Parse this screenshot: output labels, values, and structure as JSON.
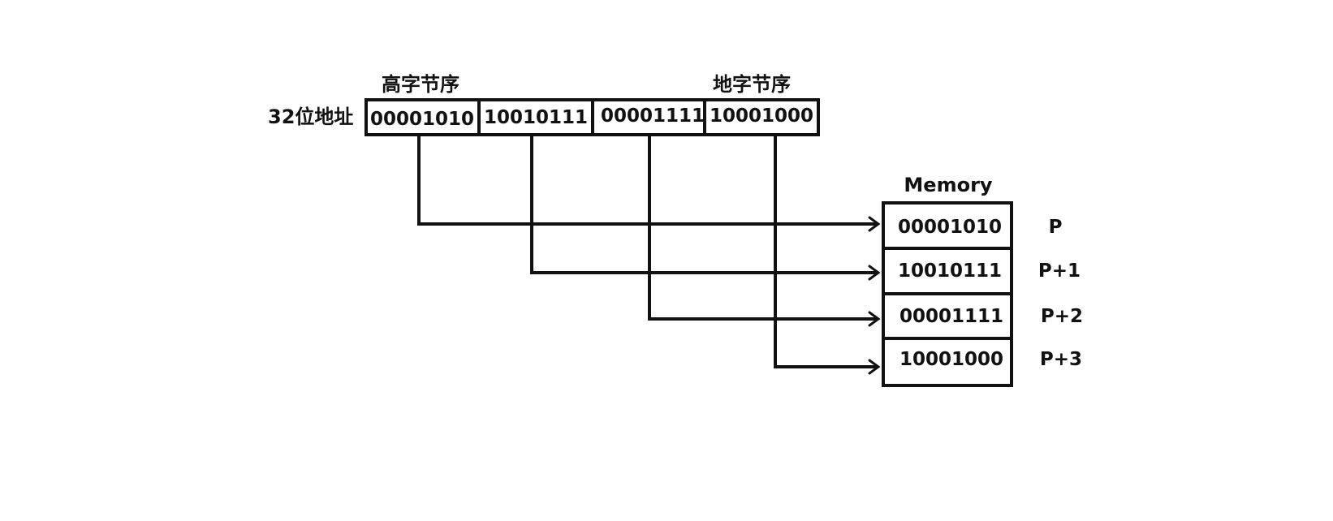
{
  "address": {
    "label": "32位地址",
    "high_byte_label": "高字节序",
    "low_byte_label": "地字节序",
    "bytes": [
      "00001010",
      "10010111",
      "00001111",
      "10001000"
    ]
  },
  "memory": {
    "title": "Memory",
    "cells": [
      {
        "value": "00001010",
        "address": "P"
      },
      {
        "value": "10010111",
        "address": "P+1"
      },
      {
        "value": "00001111",
        "address": "P+2"
      },
      {
        "value": "10001000",
        "address": "P+3"
      }
    ]
  },
  "colors": {
    "line": "#111111",
    "background": "#ffffff"
  }
}
